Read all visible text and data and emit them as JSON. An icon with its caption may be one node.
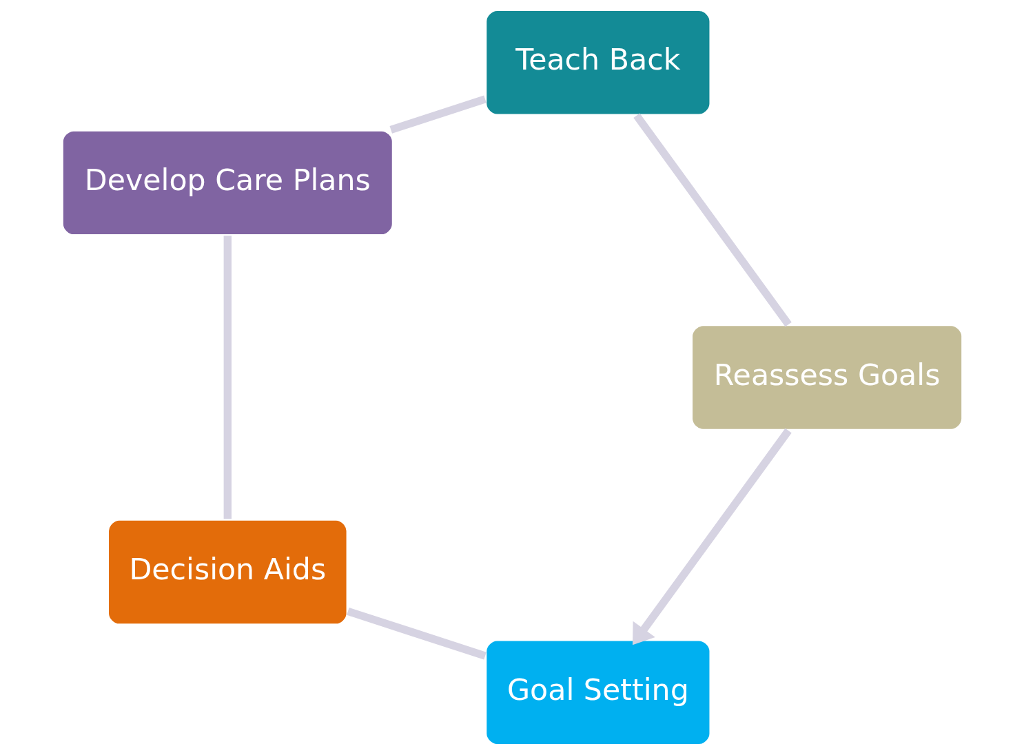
{
  "diagram": {
    "nodes": [
      {
        "text": [
          "Goal Setting"
        ]
      },
      {
        "text": [
          "Decision Aids"
        ]
      },
      {
        "text": [
          "Develop Care Plans"
        ]
      },
      {
        "text": [
          "Teach Back"
        ]
      },
      {
        "text": [
          "Reassess Goals"
        ]
      }
    ],
    "edges": [
      {
        "from": 0,
        "to": 1,
        "arrow": "none"
      },
      {
        "from": 1,
        "to": 2,
        "arrow": "none"
      },
      {
        "from": 2,
        "to": 3,
        "arrow": "none"
      },
      {
        "from": 3,
        "to": 4,
        "arrow": "none"
      },
      {
        "from": 4,
        "to": 0,
        "arrow": "to"
      }
    ]
  }
}
